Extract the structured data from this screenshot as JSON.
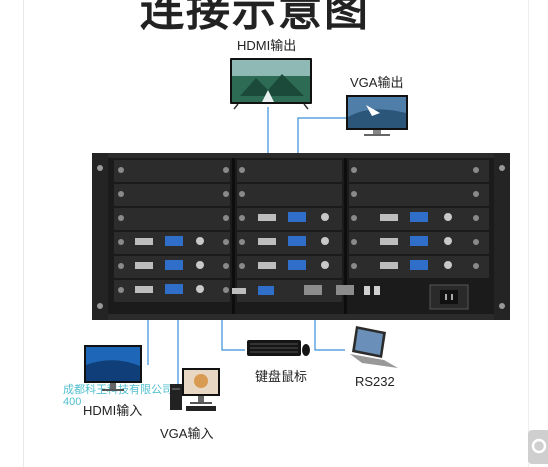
{
  "diagram": {
    "title_fragment": "连接示意图",
    "labels": {
      "hdmi_out": "HDMI输出",
      "vga_out": "VGA输出",
      "keyboard_mouse": "键盘鼠标",
      "rs232": "RS232",
      "hdmi_in": "HDMI输入",
      "vga_in": "VGA输入"
    },
    "watermark": {
      "line1": "成都科王科技有限公司",
      "line2": "400"
    },
    "colors": {
      "cable": "#3a8fd8",
      "chassis": "#1b1b1b",
      "port_blue": "#2f6fc9"
    },
    "icons": [
      "tv-icon",
      "monitor-icon",
      "laptop-icon",
      "keyboard-icon",
      "desktop-pc-icon",
      "power-socket-icon",
      "zoom-icon"
    ]
  }
}
